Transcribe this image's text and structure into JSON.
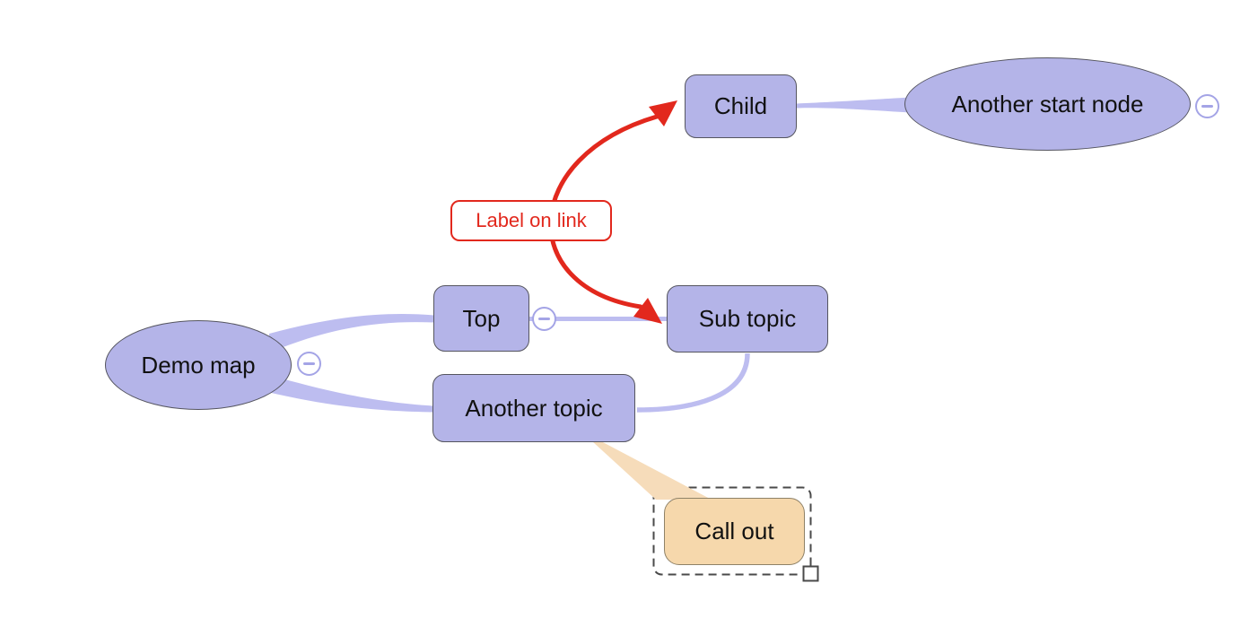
{
  "map": {
    "root": {
      "label": "Demo map"
    },
    "nodes": {
      "top": "Top",
      "another_topic": "Another topic",
      "sub_topic": "Sub topic",
      "child": "Child",
      "another_start": "Another start node",
      "call_out": "Call out"
    },
    "link": {
      "label": "Label on link"
    },
    "icons": {
      "collapse_minus": "collapse-minus"
    },
    "colors": {
      "node_fill": "#b4b4e8",
      "node_border": "#55555f",
      "branch": "#bdbdf0",
      "collapse": "#a4a4e6",
      "link_red": "#e2281d",
      "callout_fill": "#f6d8ac",
      "callout_wedge": "#f6dcba",
      "callout_border": "#8f8268",
      "selection": "#4a4a4a",
      "text": "#111111"
    }
  }
}
